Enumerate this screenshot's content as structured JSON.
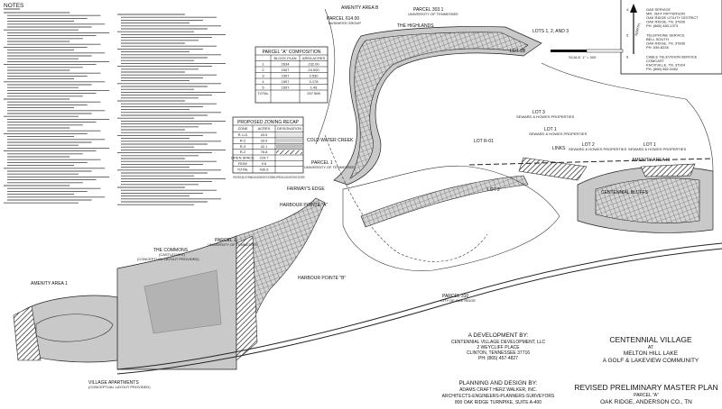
{
  "sheet": {
    "notes_heading": "NOTES",
    "north_label": "NORTH",
    "scale_label": "SCALE: 1\" = 300'"
  },
  "utility_info": [
    {
      "num": "4.",
      "lines": [
        "GAS SERVICE",
        "MR. JEFF PATTERSON",
        "OAK RIDGE UTILITY DISTRICT",
        "OAK RIDGE, TN. 37830",
        "PH: (865) 483-1373"
      ]
    },
    {
      "num": "5.",
      "lines": [
        "TELEPHONE SERVICE",
        "BELL SOUTH",
        "OAK RIDGE, TN. 37830",
        "PH: 539-8228"
      ]
    },
    {
      "num": "6.",
      "lines": [
        "CABLE TELEVISION SERVICE",
        "COMCAST",
        "KNOXVILLE, TN. 37924",
        "PH: (865) 862-5452"
      ]
    }
  ],
  "composition_table": {
    "title": "PARCEL \"A\" COMPOSITION",
    "headers": [
      "",
      "BLOCK PLAN",
      "AREA ACRES"
    ],
    "rows": [
      [
        "1",
        "2634",
        "232.00"
      ],
      [
        "2",
        "1507",
        "24.000"
      ],
      [
        "3",
        "1507",
        "3.530"
      ],
      [
        "4",
        "1507",
        "3.178"
      ],
      [
        "5",
        "1507",
        "1.45"
      ]
    ],
    "total": [
      "TOTAL",
      "",
      "257.568"
    ]
  },
  "zoning_table": {
    "title": "PROPOSED ZONING RECAP",
    "headers": [
      "ZONE",
      "ACRES",
      "DESIGNATION"
    ],
    "rows": [
      [
        "R-1-D",
        "43.5"
      ],
      [
        "R-2",
        "33.9"
      ],
      [
        "R-3",
        "42.1"
      ],
      [
        "R-2",
        "76.8"
      ],
      [
        "OPEN SPACE",
        "224.7"
      ],
      [
        "ROW",
        "9.6"
      ],
      [
        "TOTAL",
        "430.6"
      ]
    ],
    "footnote": "OPEN SPACE WILL NOT REMAIN AS A DESIGNATED OR OTHERWISE APPROVED LANDSCAPED SPACE OR WATER."
  },
  "labels": {
    "amenity_b": "AMENITY AREA B",
    "parcel_614": "PARCEL 614.00",
    "parcel_614_sub": "BUSINESS GROUP",
    "highlands": "THE HIGHLANDS",
    "parcel_303": "PARCEL 303.1",
    "parcel_303_sub": "UNIVERSITY OF TENNESSEE",
    "lots_123": "LOTS 1, 2, AND 3",
    "lot_1b": "LOT 1B",
    "cold_water": "COLD WATER CREEK",
    "parcel_1_mid": "PARCEL 1",
    "parcel_1_mid_sub": "UNIVERSITY OF TENNESSEE",
    "fairways_edge": "FAIRWAY'S EDGE",
    "harbour_a": "HARBOUR POINTE \"A\"",
    "harbour_b": "HARBOUR POINTE \"B\"",
    "lot_2_mid": "LOT 2",
    "lot_3": "LOT 3",
    "lot_3_sub": "SEWARD & HOWES PROPERTIES",
    "lot_1_links": "LOT 1",
    "lot_1_links_sub": "SEWARD & HOWES PROPERTIES",
    "lot_6": "LOT R-01",
    "links": "LINKS",
    "lot_2_right": "LOT 2",
    "lot_2_right_sub": "SEWARD & HOWES PROPERTIES",
    "lot_1_right": "LOT 1",
    "lot_1_right_sub": "SEWARD & HOWES PROPERTIES",
    "amenity_iii": "AMENITY AREA III",
    "centennial_bluffs": "CENTENNIAL BLUFFS",
    "commons": "THE COMMONS",
    "commons_sub1": "(CASTLEGATE)",
    "commons_sub2": "(CONCEPTUAL LAYOUT PROVIDED)",
    "parcel_1_left": "PARCEL 1",
    "parcel_1_left_sub": "UNIVERSITY OF TENNESSEE",
    "amenity_1": "AMENITY AREA 1",
    "village_apts": "VILLAGE APARTMENTS",
    "village_apts_sub": "(CONCEPTUAL LAYOUT PROVIDED)",
    "parcel_310": "PARCEL 310",
    "parcel_310_sub": "CITY OF OAK RIDGE"
  },
  "title_block": {
    "dev_heading": "A DEVELOPMENT BY:",
    "dev_lines": [
      "CENTENNIAL VILLAGE DEVELOPMENT, LLC",
      "2 WEYCLIFF PLACE",
      "CLINTON, TENNESSEE  37716",
      "PH: (865) 457-4827"
    ],
    "project_name": "CENTENNIAL VILLAGE",
    "project_at": "AT",
    "project_lines": [
      "MELTON HILL LAKE",
      "A GOLF & LAKEVIEW COMMUNITY"
    ],
    "design_heading": "PLANNING AND DESIGN BY:",
    "design_lines": [
      "ADAMS CRAFT HERZ WALKER, INC.",
      "ARCHITECTS-ENGINEERS-PLANNERS-SURVEYORS",
      "800 OAK RIDGE TURNPIKE, SUITE A-400"
    ],
    "plan_title": "REVISED PRELIMINARY MASTER PLAN",
    "plan_parcel": "PARCEL \"A\"",
    "plan_location": "OAK RIDGE, ANDERSON CO., TN"
  }
}
